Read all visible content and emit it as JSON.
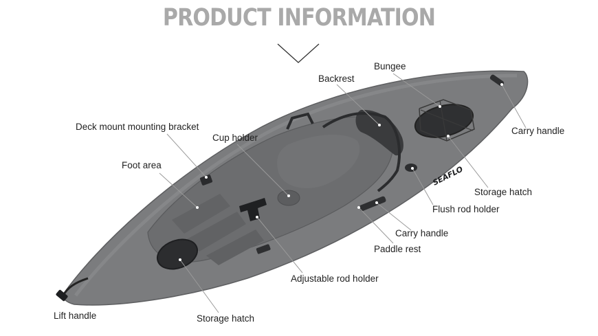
{
  "header": {
    "title": "PRODUCT INFORMATION"
  },
  "product": {
    "brand": "SEAFLO"
  },
  "labels": {
    "bungee": "Bungee",
    "backrest": "Backrest",
    "deck_mount": "Deck mount mounting bracket",
    "cup_holder": "Cup holder",
    "carry_handle_bow": "Carry handle",
    "foot_area": "Foot area",
    "storage_hatch_front": "Storage hatch",
    "flush_rod_holder": "Flush rod holder",
    "carry_handle_side": "Carry handle",
    "paddle_rest": "Paddle rest",
    "adjustable_rod_holder": "Adjustable rod holder",
    "lift_handle": "Lift handle",
    "storage_hatch_rear": "Storage hatch"
  }
}
